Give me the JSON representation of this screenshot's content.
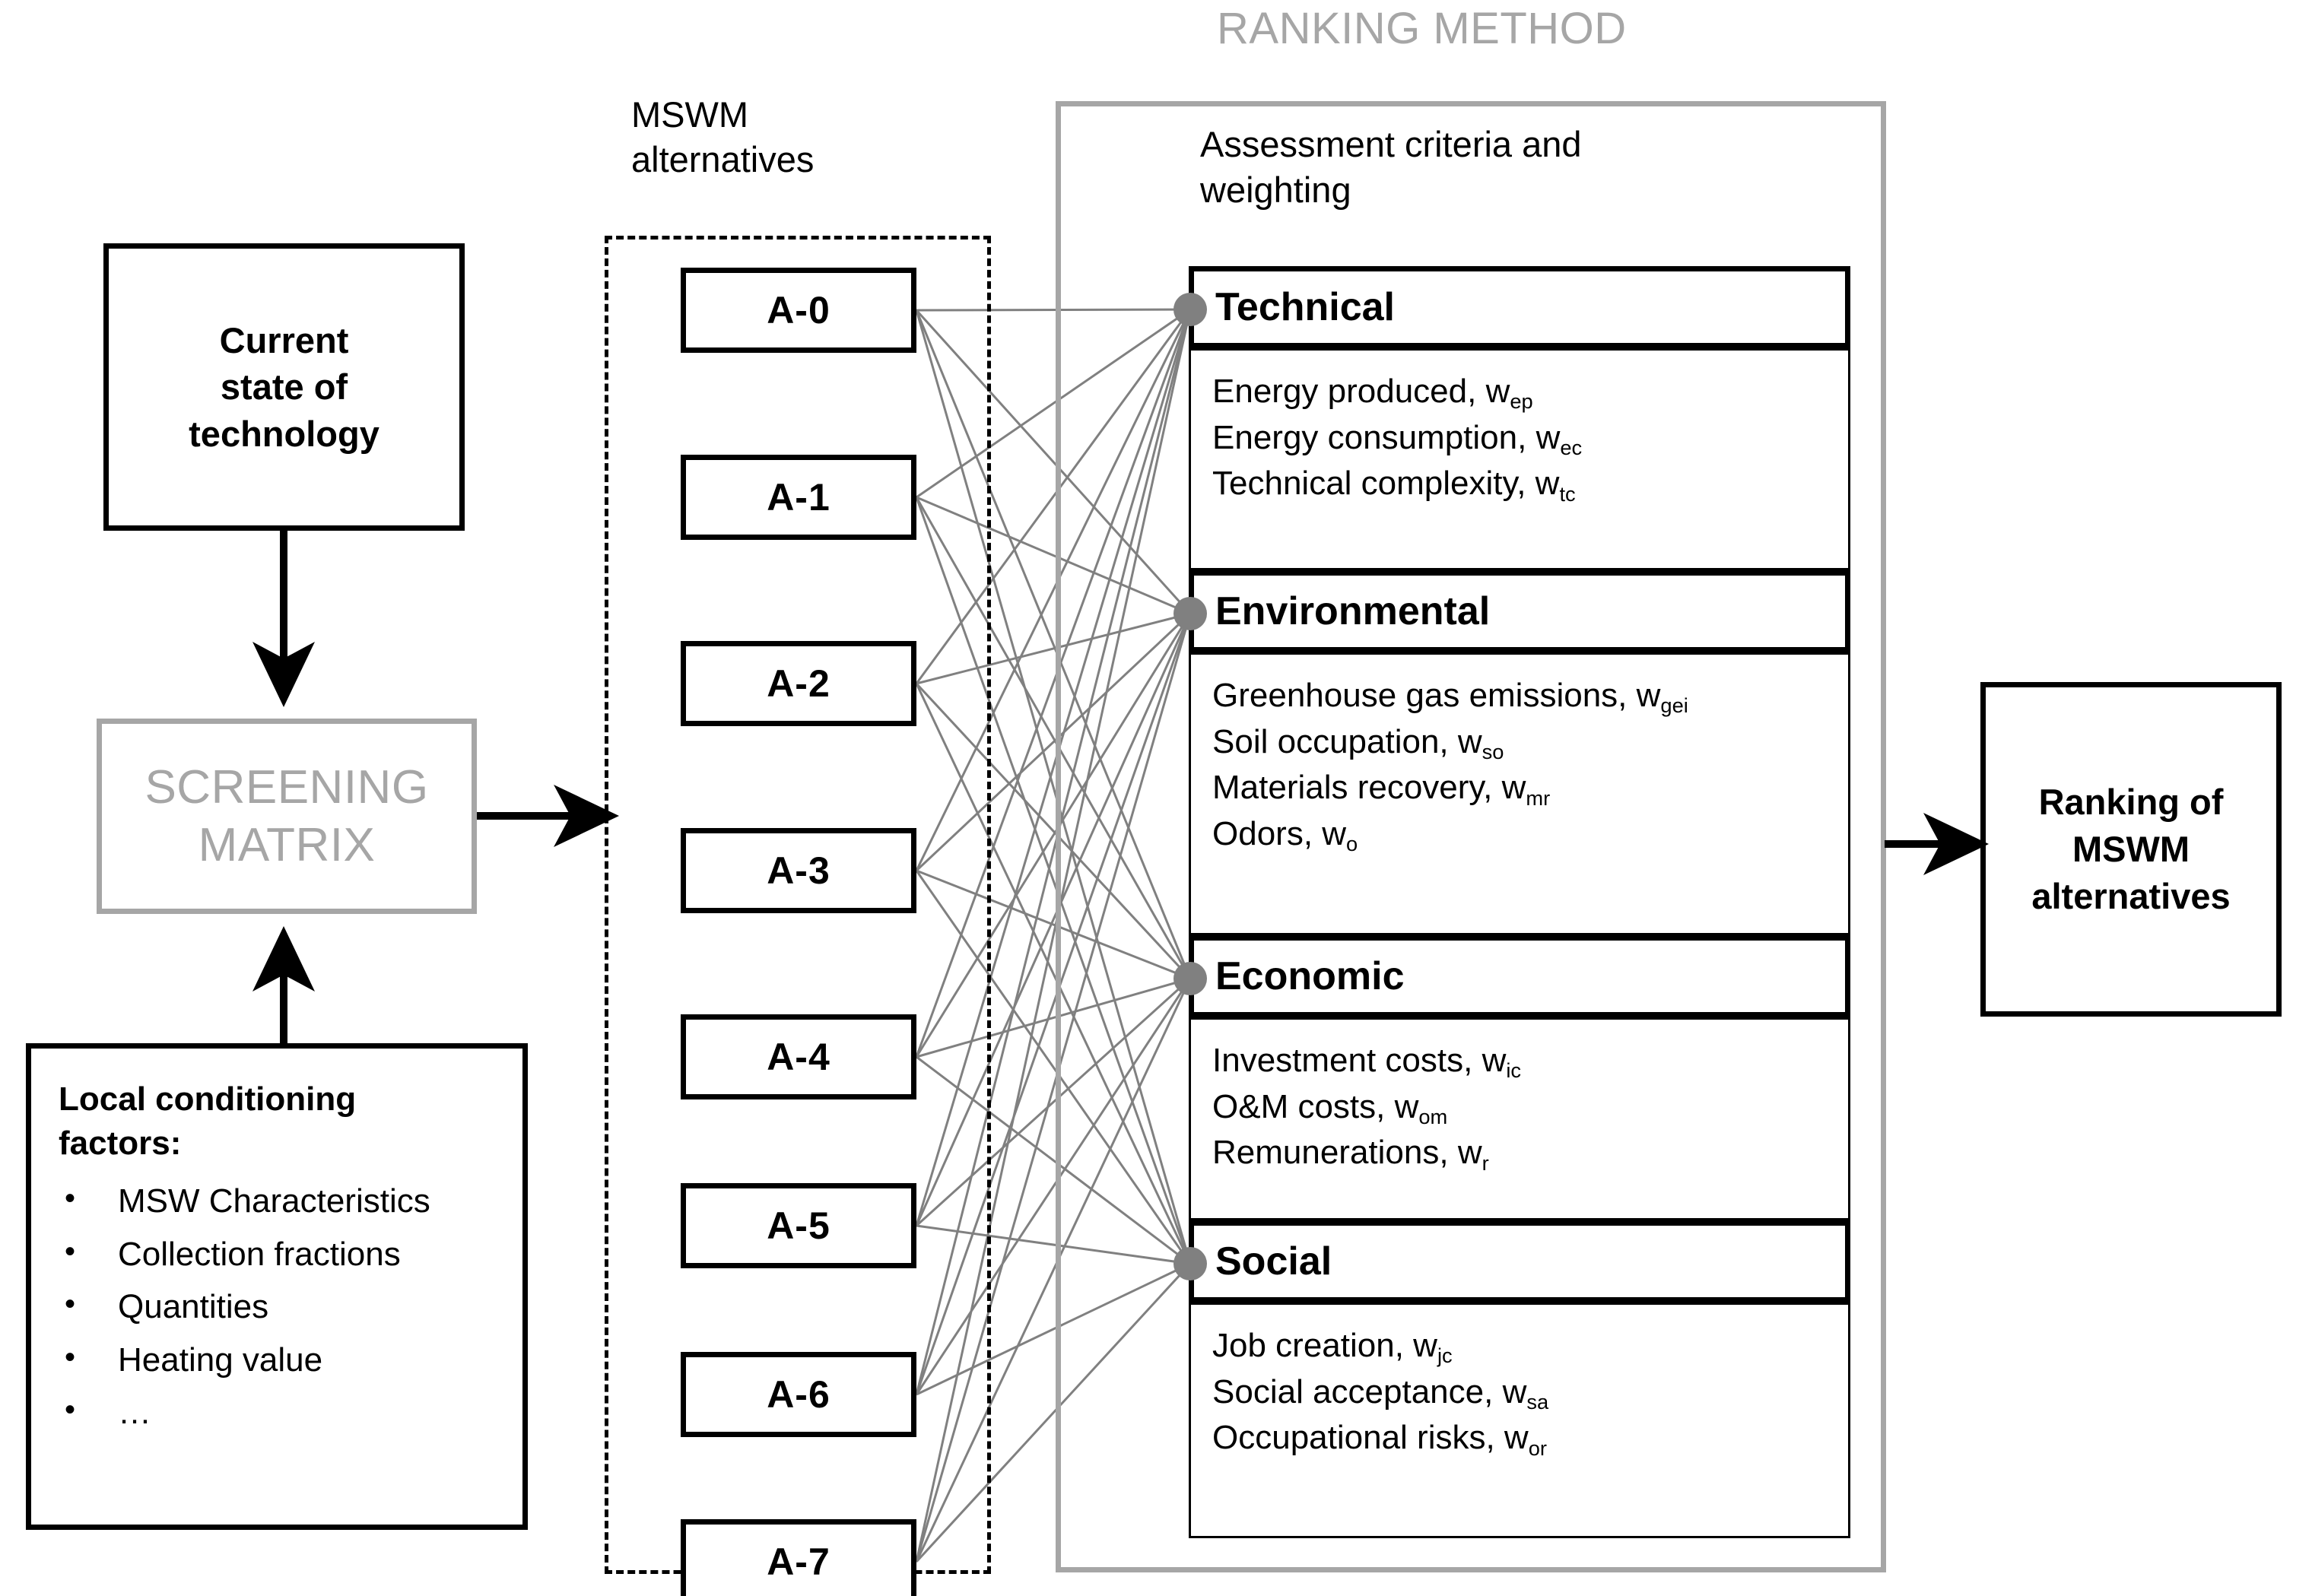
{
  "diagram": {
    "ranking_method_title": "RANKING METHOD",
    "mswm_alternatives_label": "MSWM\nalternatives",
    "assessment_label": "Assessment criteria and\nweighting"
  },
  "current_state": {
    "label": "Current\nstate of\ntechnology"
  },
  "screening": {
    "label": "SCREENING\nMATRIX"
  },
  "local_factors": {
    "title": "Local conditioning\nfactors:",
    "items": [
      "MSW Characteristics",
      "Collection fractions",
      "Quantities",
      "Heating value",
      "…"
    ]
  },
  "alternatives": [
    {
      "label": "A-0"
    },
    {
      "label": "A-1"
    },
    {
      "label": "A-2"
    },
    {
      "label": "A-3"
    },
    {
      "label": "A-4"
    },
    {
      "label": "A-5"
    },
    {
      "label": "A-6"
    },
    {
      "label": "A-7"
    }
  ],
  "criteria": [
    {
      "name": "Technical",
      "items": [
        {
          "text": "Energy produced, w",
          "sub": "ep"
        },
        {
          "text": "Energy consumption, w",
          "sub": "ec"
        },
        {
          "text": "Technical complexity, w",
          "sub": "tc"
        }
      ]
    },
    {
      "name": "Environmental",
      "items": [
        {
          "text": "Greenhouse gas emissions, w",
          "sub": "gei"
        },
        {
          "text": "Soil occupation, w",
          "sub": "so"
        },
        {
          "text": "Materials recovery, w",
          "sub": "mr"
        },
        {
          "text": "Odors, w",
          "sub": "o"
        }
      ]
    },
    {
      "name": "Economic",
      "items": [
        {
          "text": "Investment costs, w",
          "sub": "ic"
        },
        {
          "text": "O&M costs, w",
          "sub": "om"
        },
        {
          "text": "Remunerations, w",
          "sub": "r"
        }
      ]
    },
    {
      "name": "Social",
      "items": [
        {
          "text": "Job creation, w",
          "sub": "jc"
        },
        {
          "text": "Social acceptance, w",
          "sub": "sa"
        },
        {
          "text": "Occupational risks, w",
          "sub": "or"
        }
      ]
    }
  ],
  "output": {
    "label": "Ranking of\nMSWM\nalternatives"
  },
  "colors": {
    "black": "#000000",
    "gray": "#a6a6a6",
    "link_gray": "#808080",
    "connector_dot": "#808080",
    "background": "#ffffff"
  },
  "layout": {
    "alt_box_tops": [
      352,
      598,
      843,
      1089,
      1334,
      1580,
      1800,
      2000
    ],
    "criteria_header_tops": [
      350,
      750,
      1230,
      1605
    ],
    "criteria_body_tops": [
      458,
      858,
      1338,
      1713
    ],
    "criteria_body_heights": [
      292,
      372,
      267,
      310
    ]
  }
}
